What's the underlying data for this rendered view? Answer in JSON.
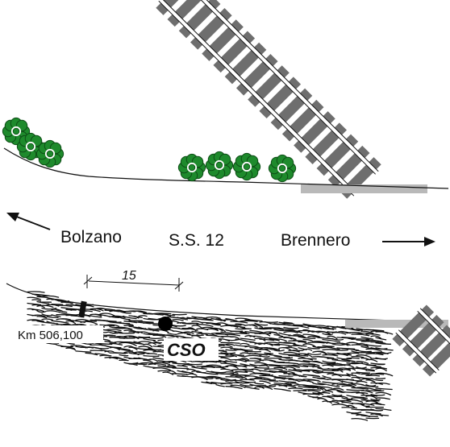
{
  "labels": {
    "left_direction": "Bolzano",
    "road_name": "S.S. 12",
    "right_direction": "Brennero",
    "distance": "15",
    "kilometre_marker": "Km 506,100",
    "site_marker": "CSO"
  },
  "colors": {
    "tree_foliage": "#1e8a2c",
    "tree_outline": "#0d4d16",
    "rail_sleeper": "#6e6e6e",
    "track_ballast": "#b9b9b9",
    "ink": "#111111"
  },
  "icons": {
    "trees": "bush-icon",
    "railway": "railway-track-icon",
    "direction_arrows": "arrow-icon",
    "site": "point-marker-icon"
  }
}
